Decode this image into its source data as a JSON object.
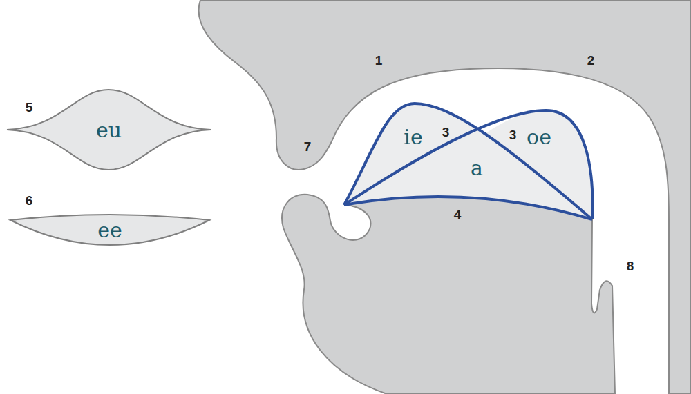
{
  "diagram": {
    "nodes": [
      {
        "text": [
          "eu"
        ]
      },
      {
        "text": [
          "ee"
        ]
      }
    ],
    "labels": [
      "1",
      "2",
      "3",
      "3",
      "4",
      "5",
      "6",
      "7",
      "8",
      "ie",
      "a",
      "oe"
    ]
  }
}
